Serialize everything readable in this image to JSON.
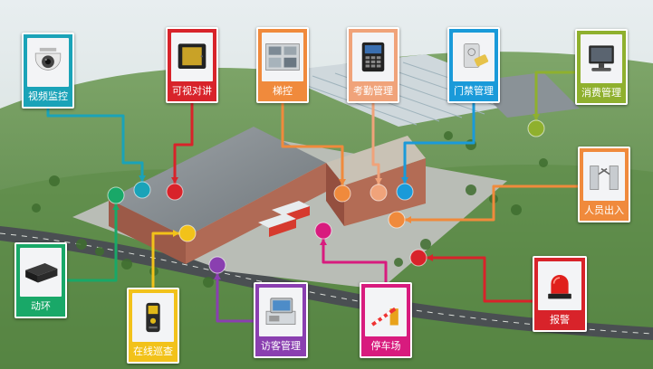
{
  "diagram": {
    "nodes": [
      {
        "id": "video",
        "label": "视频监控",
        "color": "#1aa3b8",
        "icon": "dome-camera-icon"
      },
      {
        "id": "intercom",
        "label": "可视对讲",
        "color": "#d8232a",
        "icon": "video-intercom-icon"
      },
      {
        "id": "elevator",
        "label": "梯控",
        "color": "#f08a3c",
        "icon": "elevator-control-icon"
      },
      {
        "id": "attendance",
        "label": "考勤管理",
        "color": "#f0a37a",
        "icon": "attendance-terminal-icon"
      },
      {
        "id": "access",
        "label": "门禁管理",
        "color": "#1a9ad9",
        "icon": "card-reader-icon"
      },
      {
        "id": "consume",
        "label": "消费管理",
        "color": "#8fb02e",
        "icon": "pos-terminal-icon"
      },
      {
        "id": "personnel",
        "label": "人员出入",
        "color": "#f08a3c",
        "icon": "turnstile-gate-icon"
      },
      {
        "id": "alarm",
        "label": "报警",
        "color": "#d8232a",
        "icon": "alarm-light-icon"
      },
      {
        "id": "parking",
        "label": "停车场",
        "color": "#d81b7e",
        "icon": "barrier-gate-icon"
      },
      {
        "id": "visitor",
        "label": "访客管理",
        "color": "#8a3fb0",
        "icon": "visitor-terminal-icon"
      },
      {
        "id": "patrol",
        "label": "在线巡查",
        "color": "#f2c21a",
        "icon": "patrol-device-icon"
      },
      {
        "id": "env",
        "label": "动环",
        "color": "#19a868",
        "icon": "environment-host-icon"
      }
    ]
  }
}
